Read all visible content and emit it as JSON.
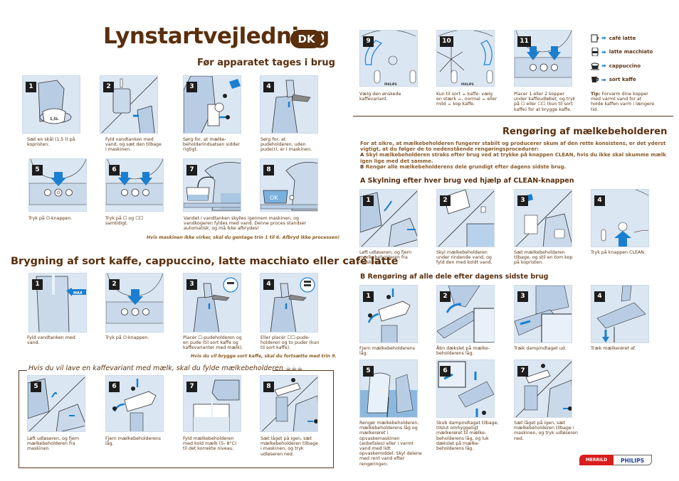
{
  "header": {
    "title": "Lynstartvejledning",
    "lang_badge": "DK"
  },
  "before_use": {
    "heading": "Før apparatet tages i brug",
    "steps": [
      {
        "num": "1",
        "caption": "Sæt en skål (1,5 l) på kopristen.",
        "label": "1,5L"
      },
      {
        "num": "2",
        "caption": "Fyld vandtanken med vand, og sæt den tilbage i maskinen."
      },
      {
        "num": "3",
        "caption": "Sørg for, at mælke-beholderindsatsen sidder rigtigt."
      },
      {
        "num": "4",
        "caption": "Sørg for, at pudeholderen, uden pude(r), er i maskinen."
      },
      {
        "num": "5",
        "caption": "Tryk på ⏻-knappen."
      },
      {
        "num": "6",
        "caption": "Tryk på ☐ og ☐☐ samtidigt."
      },
      {
        "num": "7",
        "caption": "Vandet i vandtanken skylles igennem maskinen, og vandkogeren fyldes med vand. Denne proces standser automatisk, og må ikke afbrydes!"
      },
      {
        "num": "8",
        "caption": "",
        "label": "OK"
      }
    ],
    "note": "Hvis maskinen ikke virker, skal du gentage trin 1 til 6. Afbryd ikke processen!"
  },
  "brewing": {
    "heading": "Brygning af sort kaffe, cappuccino, latte macchiato eller café latte",
    "steps": [
      {
        "num": "1",
        "caption": "Fyld vandtanken med vand.",
        "label": "MAX"
      },
      {
        "num": "2",
        "caption": "Tryk på ⏻-knappen."
      },
      {
        "num": "3",
        "caption": "Placér ☐-pudeholderen og en pude (til sort kaffe og kaffevarianter med mælk)."
      },
      {
        "num": "4",
        "caption": "Eller placér ☐☐-pude-holderen og to puder (kun til sort kaffe)."
      }
    ],
    "note": "Hvis du vil brygge sort kaffe, skal du fortsætte med trin 9.",
    "milk_heading": "Hvis du vil lave en kaffevariant med mælk, skal du fylde mælkebeholderen",
    "milk_steps": [
      {
        "num": "5",
        "caption": "Løft udløseren, og fjern mælkebeholderen fra maskinen."
      },
      {
        "num": "6",
        "caption": "Fjern mælkebeholderens låg."
      },
      {
        "num": "7",
        "caption": "Fyld mælkebeholderen med kold mælk (5- 8°C) til det korrekte niveau."
      },
      {
        "num": "8",
        "caption": "Sæt låget på igen, sæt mælkebeholderen tilbage i maskinen, og tryk udløseren ned."
      }
    ],
    "continued_steps": [
      {
        "num": "9",
        "caption": "Vælg den ønskede kaffevariant.",
        "brand": "PHILIPS"
      },
      {
        "num": "10",
        "caption": "Kun til sort ☕ kaffe: vælg en stærk ☕, normal ☕ eller mild ☕ kop kaffe.",
        "brand": "PHILIPS"
      },
      {
        "num": "11",
        "caption": "Placer 1 eller 2 kopper under kaffeudløbet, og tryk på ☐ eller ☐☐ (kun til sort kaffe) for at brygge kaffe."
      }
    ],
    "legend": [
      {
        "icon": "cafe-latte-icon",
        "label": "café latte"
      },
      {
        "icon": "latte-macchiato-icon",
        "label": "latte macchiato"
      },
      {
        "icon": "cappuccino-icon",
        "label": "cappuccino"
      },
      {
        "icon": "black-coffee-icon",
        "label": "sort kaffe"
      }
    ],
    "tip_label": "Tip:",
    "tip_text": "Forvarm dine kopper med varmt vand for at holde kaffen varm i længere tid."
  },
  "cleaning": {
    "heading": "Rengøring af mælkebeholderen",
    "intro": "For at sikre, at mælkebeholderen fungerer stabilt og producerer skum af den rette konsistens, er det yderst vigtigt, at du følger de to nedenstående rengøringsprocedurer:",
    "point_a_letter": "A",
    "point_a": "Skyl mælkebeholderen straks efter brug ved at trykke på knappen CLEAN, hvis du ikke skal skumme mælk igen lige med det samme.",
    "point_b_letter": "B",
    "point_b": "Rengør alle mælkebeholderens dele grundigt efter dagens sidste brug.",
    "section_a": {
      "heading": "A Skylning efter hver brug ved hjælp af CLEAN-knappen",
      "steps": [
        {
          "num": "1",
          "caption": "Løft udløseren, og fjern mælkebeholderen fra maskinen."
        },
        {
          "num": "2",
          "caption": "Skyl mælkebeholderen under rindende vand, og fyld den med koldt vand."
        },
        {
          "num": "3",
          "caption": "Sæt mælkebeholderen tilbage, og stil en tom kop på kopristen."
        },
        {
          "num": "4",
          "caption": "Tryk på knappen CLEAN."
        }
      ]
    },
    "section_b": {
      "heading": "B Rengøring af alle dele efter dagens sidste brug",
      "steps": [
        {
          "num": "1",
          "caption": "Fjern mælkebeholderens låg."
        },
        {
          "num": "2",
          "caption": "Åbn dækslet på mælke-beholderens låg."
        },
        {
          "num": "3",
          "caption": "Træk dampindtaget ud."
        },
        {
          "num": "4",
          "caption": "Træk mælkerøret af."
        },
        {
          "num": "5",
          "caption": "Rengør mælkebeholderen, mælkebeholderens låg og mælkerøret i opvaskemaskinen (anbefales) eller i varmt vand med lidt opvaskemiddel. Skyl delene med rent vand efter rengøringen."
        },
        {
          "num": "6",
          "caption": "Skub dampindtaget tilbage, tilslut omhyggeligt mælkerøret til mælke-beholderens låg, og luk dækslet på mælke-beholderens låg."
        },
        {
          "num": "7",
          "caption": "Sæt låget på igen, sæt mælkebeholderen tilbage i maskinen, og tryk udløseren ned."
        }
      ]
    }
  },
  "footer": {
    "brand_left": "MERRILD",
    "brand_right": "PHILIPS"
  },
  "colors": {
    "heading_brown": "#5a2f0d",
    "text_brown": "#5a3514",
    "note_brown": "#8a5a1e",
    "panel_blue": "#dbe6f3",
    "accent_blue": "#1a7fd0",
    "merrild_red": "#d81e1e",
    "philips_blue": "#1a3f9a"
  }
}
